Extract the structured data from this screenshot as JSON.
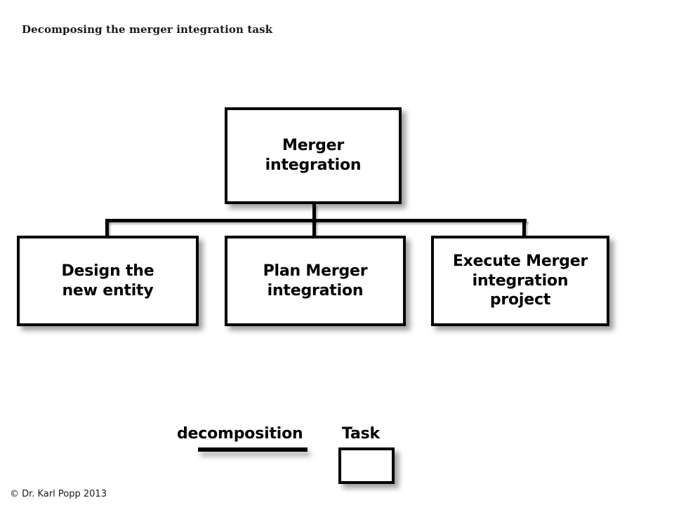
{
  "slide": {
    "title": "Decomposing the merger integration task",
    "footer": "© Dr. Karl Popp 2013",
    "background_color": "#ffffff",
    "line_color": "#000000",
    "text_color": "#000000"
  },
  "diagram": {
    "type": "decomposition-tree",
    "root": {
      "id": "merger-integration",
      "label": "Merger\nintegration"
    },
    "children": [
      {
        "id": "design-the-new-entity",
        "label": "Design the\nnew entity"
      },
      {
        "id": "plan-merger-integration",
        "label": "Plan Merger\nintegration"
      },
      {
        "id": "execute-merger-integration-project",
        "label": "Execute Merger\nintegration\nproject"
      }
    ]
  },
  "legend": {
    "items": [
      {
        "id": "decomposition",
        "label": "decomposition",
        "symbol": "line"
      },
      {
        "id": "task",
        "label": "Task",
        "symbol": "box"
      }
    ]
  }
}
